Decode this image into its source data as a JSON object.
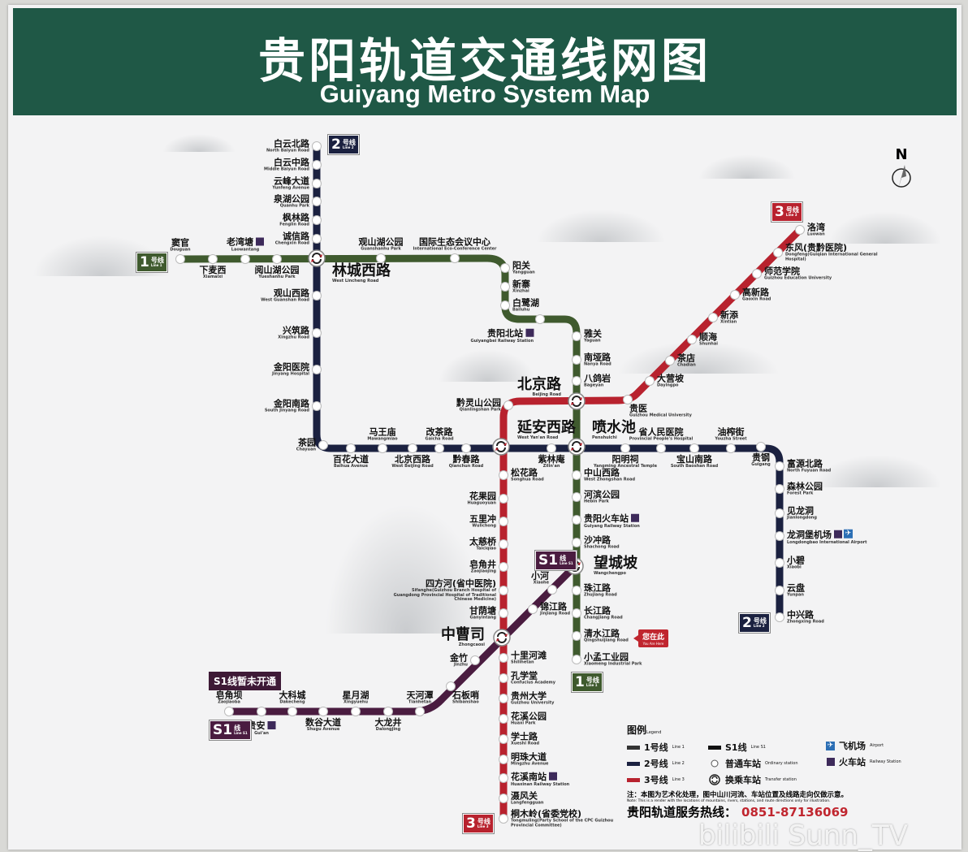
{
  "title": {
    "cn": "贵阳轨道交通线网图",
    "en": "Guiyang Metro System Map"
  },
  "compass": "N",
  "badges": {
    "line1": {
      "num": "1",
      "cn": "号线",
      "en": "Line 1"
    },
    "line2": {
      "num": "2",
      "cn": "号线",
      "en": "Line 2"
    },
    "line3": {
      "num": "3",
      "cn": "号线",
      "en": "Line 3"
    },
    "s1": {
      "num": "S1",
      "cn": "线",
      "en": "Line S1"
    }
  },
  "s1_notice": "S1线暂未开通",
  "you_are_here": {
    "cn": "您在此",
    "en": "You Are Here"
  },
  "colors": {
    "line1": "#3f5a2e",
    "line2": "#1b2140",
    "line3": "#b8222e",
    "s1": "#4a1c40",
    "rail_icon": "#3d2a5a",
    "airport_icon": "#2c6fb5",
    "banner": "#1f5846"
  },
  "transfer_stations": [
    {
      "cn": "林城西路",
      "en": "West Lincheng Road"
    },
    {
      "cn": "北京路",
      "en": "Beijing Road"
    },
    {
      "cn": "延安西路",
      "en": "West Yan'an Road"
    },
    {
      "cn": "喷水池",
      "en": "Penshuichi"
    },
    {
      "cn": "望城坡",
      "en": "Wangchengpo"
    },
    {
      "cn": "中曹司",
      "en": "Zhongcaosi"
    }
  ],
  "lines": [
    {
      "id": "line1",
      "stations": [
        {
          "cn": "窦官",
          "en": "Douguan"
        },
        {
          "cn": "下麦西",
          "en": "Xiamaixi"
        },
        {
          "cn": "老湾塘",
          "en": "Laowantang",
          "rail": true
        },
        {
          "cn": "阅山湖公园",
          "en": "Yueshanhu Park"
        },
        {
          "cn": "观山湖公园",
          "en": "Guanshanhu Park"
        },
        {
          "cn": "国际生态会议中心",
          "en": "International Eco-Conference Center"
        },
        {
          "cn": "阳关",
          "en": "Yangguan"
        },
        {
          "cn": "新寨",
          "en": "Xinzhai"
        },
        {
          "cn": "白鹭湖",
          "en": "Bailuhu"
        },
        {
          "cn": "贵阳北站",
          "en": "Guiyangbei Railway Station",
          "rail": true
        },
        {
          "cn": "雅关",
          "en": "Yaguan"
        },
        {
          "cn": "南垭路",
          "en": "Nanya Road"
        },
        {
          "cn": "八鸽岩",
          "en": "Bageyan"
        },
        {
          "cn": "中山西路",
          "en": "West Zhongshan Road"
        },
        {
          "cn": "河滨公园",
          "en": "Hebin Park"
        },
        {
          "cn": "贵阳火车站",
          "en": "Guiyang Railway Station",
          "rail": true
        },
        {
          "cn": "沙冲路",
          "en": "Shachong Road"
        },
        {
          "cn": "珠江路",
          "en": "Zhujiang Road"
        },
        {
          "cn": "长江路",
          "en": "Changjiang Road"
        },
        {
          "cn": "清水江路",
          "en": "Qingshuijiang Road"
        },
        {
          "cn": "小孟工业园",
          "en": "Xiaomeng Industrial Park"
        }
      ]
    },
    {
      "id": "line2",
      "stations": [
        {
          "cn": "白云北路",
          "en": "North Baiyun Road"
        },
        {
          "cn": "白云中路",
          "en": "Middle Baiyun Road"
        },
        {
          "cn": "云峰大道",
          "en": "Yunfeng Avenue"
        },
        {
          "cn": "泉湖公园",
          "en": "Quanhu Park"
        },
        {
          "cn": "枫林路",
          "en": "Fenglin Road"
        },
        {
          "cn": "诚信路",
          "en": "Chengxin Road"
        },
        {
          "cn": "观山西路",
          "en": "West Guanshan Road"
        },
        {
          "cn": "兴筑路",
          "en": "Xingzhu Road"
        },
        {
          "cn": "金阳医院",
          "en": "Jinyang Hospital"
        },
        {
          "cn": "金阳南路",
          "en": "South Jinyang Road"
        },
        {
          "cn": "茶园",
          "en": "Chayuan"
        },
        {
          "cn": "百花大道",
          "en": "Baihua Avenue"
        },
        {
          "cn": "马王庙",
          "en": "Mawangmiao"
        },
        {
          "cn": "北京西路",
          "en": "West Beijing Road"
        },
        {
          "cn": "改茶路",
          "en": "Gaicha Road"
        },
        {
          "cn": "黔春路",
          "en": "Qianchun Road"
        },
        {
          "cn": "紫林庵",
          "en": "Zilin'an"
        },
        {
          "cn": "阳明祠",
          "en": "Yangming Ancestral Temple"
        },
        {
          "cn": "省人民医院",
          "en": "Provincial People's Hospital"
        },
        {
          "cn": "宝山南路",
          "en": "South Baoshan Road"
        },
        {
          "cn": "油榨街",
          "en": "Youzha Street"
        },
        {
          "cn": "贵钢",
          "en": "Guigang"
        },
        {
          "cn": "富源北路",
          "en": "North Fuyuan Road"
        },
        {
          "cn": "森林公园",
          "en": "Forest Park"
        },
        {
          "cn": "见龙洞",
          "en": "Jianlongdong"
        },
        {
          "cn": "龙洞堡机场",
          "en": "Longdongbao International Airport",
          "rail": true,
          "airport": true
        },
        {
          "cn": "小碧",
          "en": "Xiaobi"
        },
        {
          "cn": "云盘",
          "en": "Yunpan"
        },
        {
          "cn": "中兴路",
          "en": "Zhongxing Road"
        }
      ]
    },
    {
      "id": "line3",
      "stations": [
        {
          "cn": "洛湾",
          "en": "Luowan"
        },
        {
          "cn": "东风(贵黔医院)",
          "en": "Dongfeng(Guiqian International General Hospital)"
        },
        {
          "cn": "师范学院",
          "en": "Guizhou Education University"
        },
        {
          "cn": "高新路",
          "en": "Gaoxin Road"
        },
        {
          "cn": "新添",
          "en": "Xintian"
        },
        {
          "cn": "顺海",
          "en": "Shunhai"
        },
        {
          "cn": "茶店",
          "en": "Chadian"
        },
        {
          "cn": "大营坡",
          "en": "Dayingpo"
        },
        {
          "cn": "贵医",
          "en": "Guizhou Medical University"
        },
        {
          "cn": "黔灵山公园",
          "en": "Qianlingshan Park"
        },
        {
          "cn": "松花路",
          "en": "Songhua Road"
        },
        {
          "cn": "花果园",
          "en": "Huaguoyuan"
        },
        {
          "cn": "五里冲",
          "en": "Wulichong"
        },
        {
          "cn": "太慈桥",
          "en": "Taiciqiao"
        },
        {
          "cn": "皂角井",
          "en": "Zaojiaojing"
        },
        {
          "cn": "四方河(省中医院)",
          "en": "Sifanghe(Guizhou Branch Hospital of Guangdong Provincial Hospital of Traditional Chinese Medicine)"
        },
        {
          "cn": "甘荫塘",
          "en": "Ganyintang"
        },
        {
          "cn": "十里河滩",
          "en": "Shilihetan"
        },
        {
          "cn": "孔学堂",
          "en": "Confucius Academy"
        },
        {
          "cn": "贵州大学",
          "en": "Guizhou University"
        },
        {
          "cn": "花溪公园",
          "en": "Huaxi Park"
        },
        {
          "cn": "学士路",
          "en": "Xueshi Road"
        },
        {
          "cn": "明珠大道",
          "en": "Mingzhu Avenue"
        },
        {
          "cn": "花溪南站",
          "en": "Huaxinan Railway Station",
          "rail": true
        },
        {
          "cn": "滠风关",
          "en": "Langfengguan"
        },
        {
          "cn": "桐木岭(省委党校)",
          "en": "Tongmuling(Party School of the CPC Guizhou Provincial Committee)"
        }
      ]
    },
    {
      "id": "s1",
      "stations": [
        {
          "cn": "小河",
          "en": "Xiaohe"
        },
        {
          "cn": "锦江路",
          "en": "Jinjiang Road"
        },
        {
          "cn": "金竹",
          "en": "Jinzhu"
        },
        {
          "cn": "石板哨",
          "en": "Shibanshao"
        },
        {
          "cn": "天河潭",
          "en": "Tianhetan"
        },
        {
          "cn": "大龙井",
          "en": "Dalongjing"
        },
        {
          "cn": "星月湖",
          "en": "Xingyuehu"
        },
        {
          "cn": "数谷大道",
          "en": "Shugu Avenue"
        },
        {
          "cn": "大科城",
          "en": "Dakecheng"
        },
        {
          "cn": "贵安",
          "en": "Gui'an",
          "rail": true
        },
        {
          "cn": "皂角坝",
          "en": "Zaojiaoba"
        }
      ]
    }
  ],
  "legend": {
    "title": "图例",
    "title_en": "Legend",
    "items": [
      {
        "cn": "1号线",
        "en": "Line 1",
        "icon": "line1-swatch"
      },
      {
        "cn": "2号线",
        "en": "Line 2",
        "icon": "line2-swatch"
      },
      {
        "cn": "3号线",
        "en": "Line 3",
        "icon": "line3-swatch"
      },
      {
        "cn": "S1线",
        "en": "Line S1",
        "icon": "s1-swatch"
      },
      {
        "cn": "普通车站",
        "en": "Ordinary station",
        "icon": "ordinary-station-icon"
      },
      {
        "cn": "换乘车站",
        "en": "Transfer station",
        "icon": "transfer-station-icon"
      },
      {
        "cn": "飞机场",
        "en": "Airport",
        "icon": "airport-icon"
      },
      {
        "cn": "火车站",
        "en": "Railway Station",
        "icon": "railway-station-icon"
      }
    ]
  },
  "note": {
    "cn": "注：本图为艺术化处理，图中山川河流、车站位置及线路走向仅做示意。",
    "en": "Note: This is a render with the locations of mountains, rivers, stations, and route directions only for illustration."
  },
  "hotline": {
    "label": "贵阳轨道服务热线：",
    "number": "0851-87136069"
  },
  "watermark": "bilibili Sunn_TV"
}
